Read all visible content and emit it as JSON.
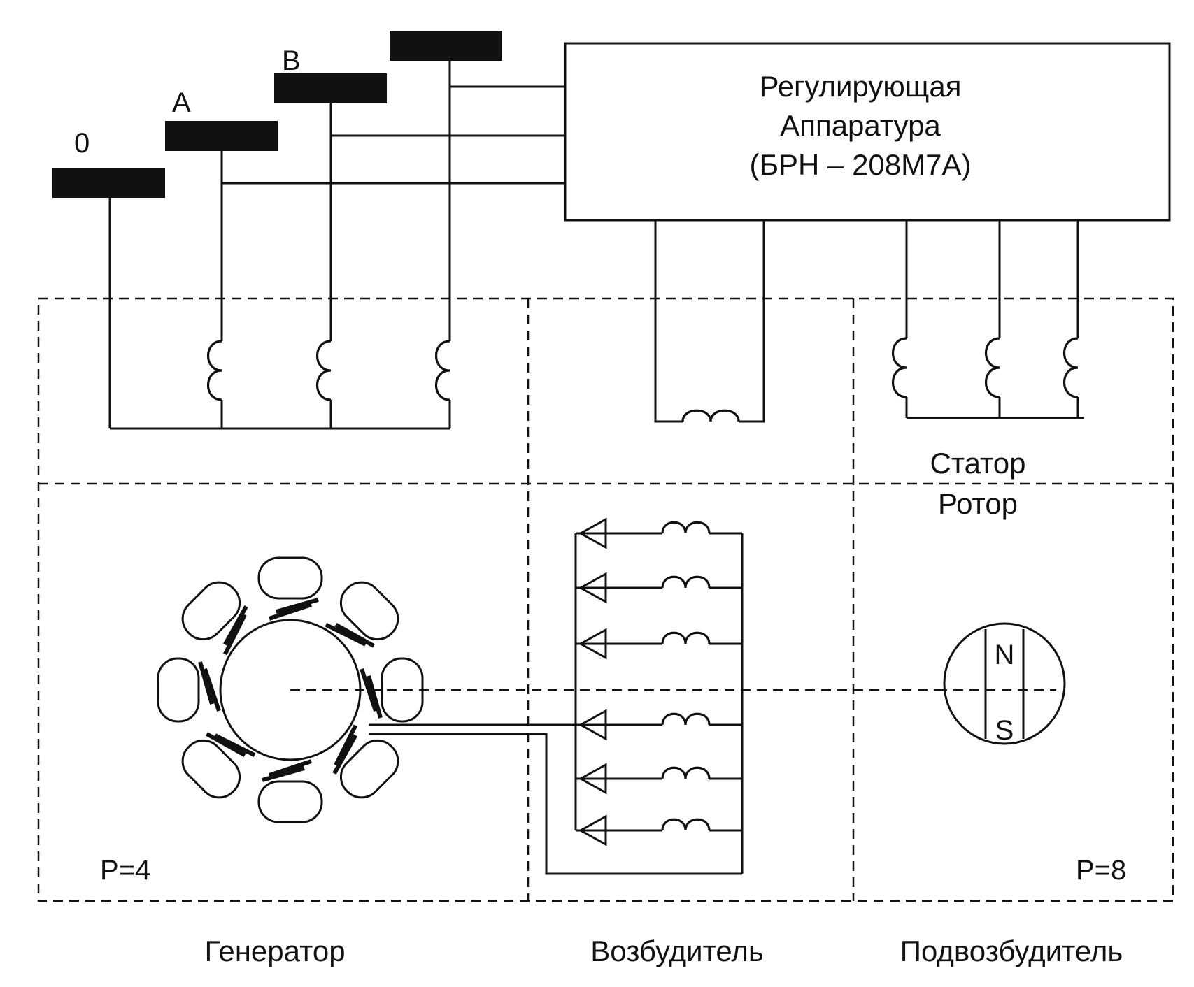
{
  "buses": {
    "bus_0_label": "0",
    "bus_a_label": "A",
    "bus_b_label": "B",
    "bus_c_label": ""
  },
  "regulator": {
    "line1": "Регулирующая",
    "line2": "Аппаратура",
    "line3": "(БРН – 208М7А)"
  },
  "sections": {
    "stator_label": "Статор",
    "rotor_label": "Ротор",
    "generator_poles": "P=4",
    "subexciter_poles": "P=8"
  },
  "magnet": {
    "north": "N",
    "south": "S"
  },
  "captions": {
    "generator": "Генератор",
    "exciter": "Возбудитель",
    "subexciter": "Подвозбудитель"
  },
  "colors": {
    "ink": "#111111",
    "background": "#ffffff"
  }
}
